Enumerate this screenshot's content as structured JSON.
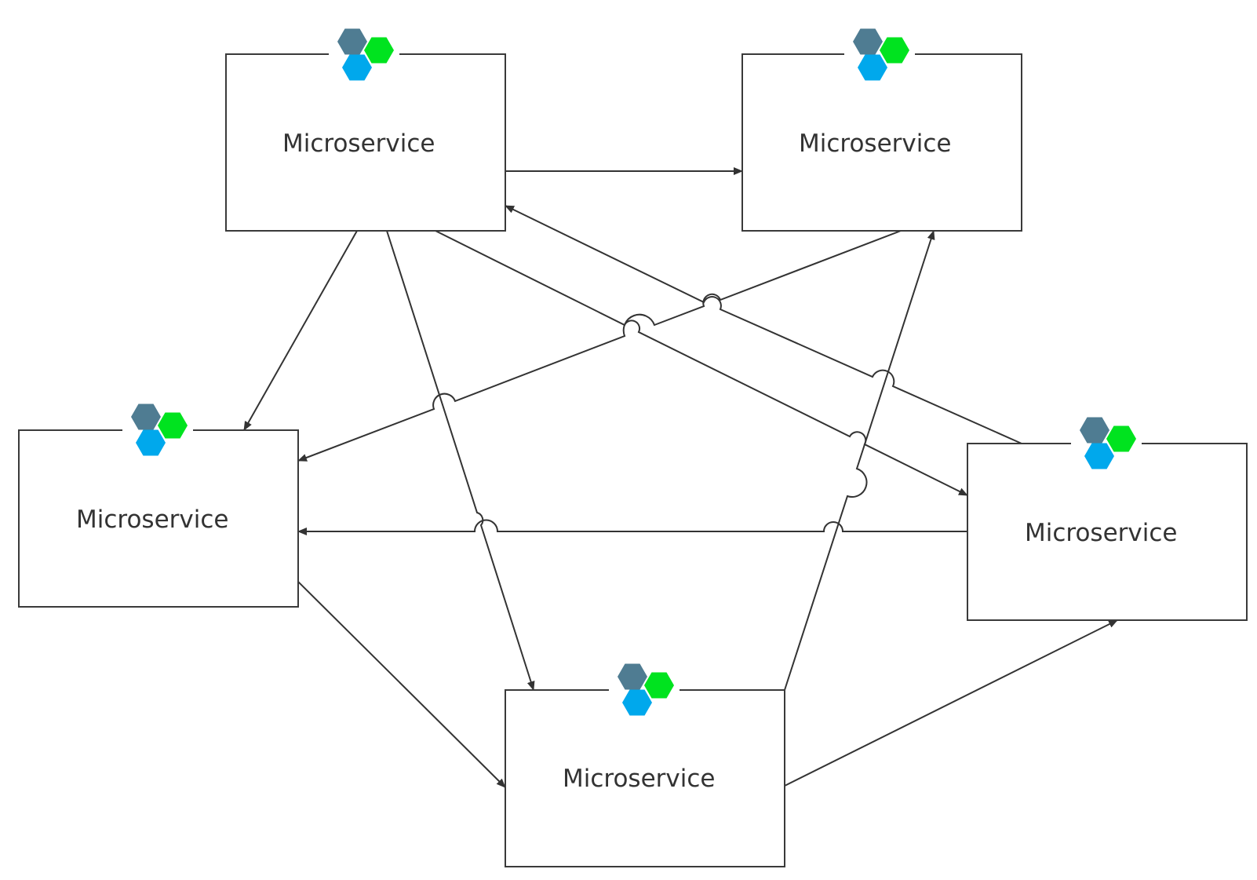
{
  "diagram": {
    "colors": {
      "line": "#333333",
      "hex_slate": "#4f7c92",
      "hex_green": "#00e31f",
      "hex_blue": "#00a8ec"
    },
    "icon": "microservice-hexagon-cluster-icon",
    "nodes": [
      {
        "id": "a",
        "label": "Microservice"
      },
      {
        "id": "b",
        "label": "Microservice"
      },
      {
        "id": "c",
        "label": "Microservice"
      },
      {
        "id": "d",
        "label": "Microservice"
      },
      {
        "id": "e",
        "label": "Microservice"
      }
    ],
    "edges": [
      {
        "from": "a",
        "to": "b"
      },
      {
        "from": "a",
        "to": "c"
      },
      {
        "from": "a",
        "to": "e"
      },
      {
        "from": "a",
        "to": "d"
      },
      {
        "from": "b",
        "to": "c"
      },
      {
        "from": "d",
        "to": "a"
      },
      {
        "from": "d",
        "to": "c"
      },
      {
        "from": "c",
        "to": "e"
      },
      {
        "from": "e",
        "to": "b"
      },
      {
        "from": "e",
        "to": "d"
      }
    ]
  }
}
